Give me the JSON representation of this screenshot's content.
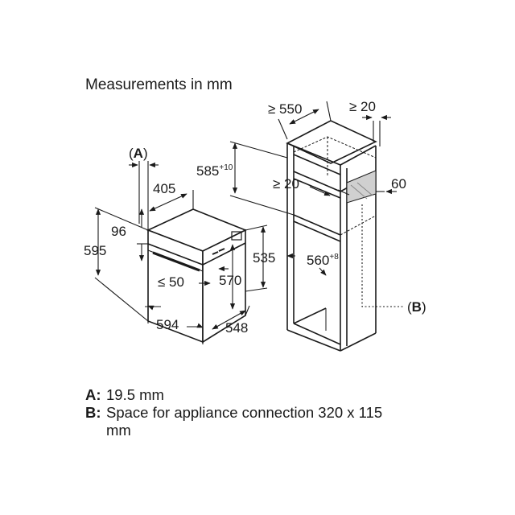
{
  "title": "Measurements in mm",
  "oven": {
    "label_a": "A",
    "w_top": "405",
    "h_96": "96",
    "h_total": "595",
    "h_inner": "535",
    "h_570": "570",
    "gap": "≤ 50",
    "w_front": "594",
    "depth": "548"
  },
  "cabinet": {
    "d_top": "≥ 550",
    "gap_top": "≥ 20",
    "h_585": "585",
    "h_585_sup": "+10",
    "gap_20": "≥ 20",
    "w_60": "60",
    "w_560": "560",
    "w_560_sup": "+8",
    "label_b": "B"
  },
  "legend": [
    {
      "key": "A:",
      "text": "19.5 mm"
    },
    {
      "key": "B:",
      "text": "Space for appliance connection 320 x 115 mm"
    }
  ]
}
